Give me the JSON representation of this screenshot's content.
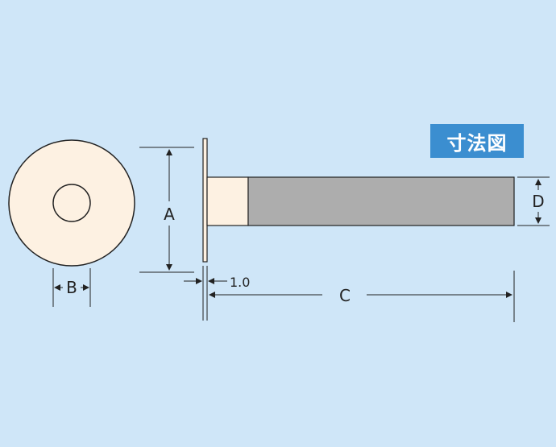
{
  "title": "寸法図",
  "labels": {
    "A": "A",
    "B": "B",
    "C": "C",
    "D": "D",
    "thickness": "1.0"
  },
  "colors": {
    "background": "#cfe6f8",
    "part_fill": "#fdf1e2",
    "shaft_fill": "#adadad",
    "badge": "#3b8ed0",
    "line": "#222222"
  }
}
